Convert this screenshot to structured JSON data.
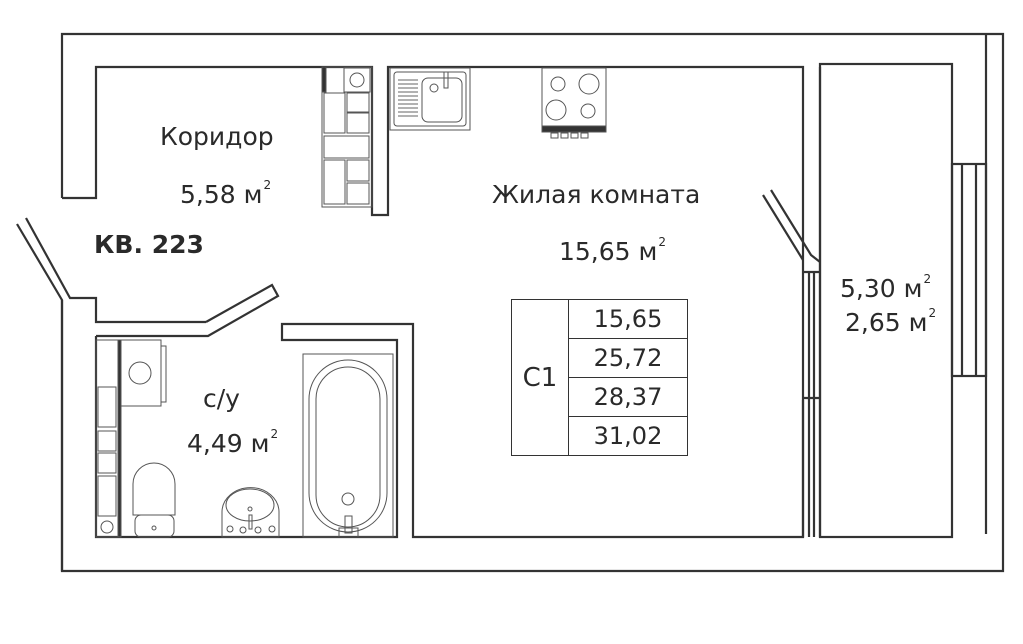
{
  "plan": {
    "apartment_label": "КВ. 223",
    "rooms": [
      {
        "name": "Коридор",
        "area": "5,58 м",
        "unit_sup": "2"
      },
      {
        "name": "Жилая комната",
        "area": "15,65 м",
        "unit_sup": "2"
      },
      {
        "name": "с/у",
        "area": "4,49 м",
        "unit_sup": "2"
      },
      {
        "name": "",
        "area": "5,30 м",
        "unit_sup": "2"
      },
      {
        "name": "",
        "area": "2,65 м",
        "unit_sup": "2"
      }
    ],
    "summary_table": {
      "code": "С1",
      "values": [
        "15,65",
        "25,72",
        "28,37",
        "31,02"
      ]
    },
    "fixtures": [
      "kitchen-cabinets-icon",
      "kitchen-sink-icon",
      "stove-icon",
      "washing-machine-icon",
      "toilet-icon",
      "washbasin-icon",
      "bathtub-icon",
      "door-icon",
      "window-icon"
    ],
    "colors": {
      "line": "#333333",
      "background": "#ffffff",
      "text": "#2a2a2a"
    }
  }
}
